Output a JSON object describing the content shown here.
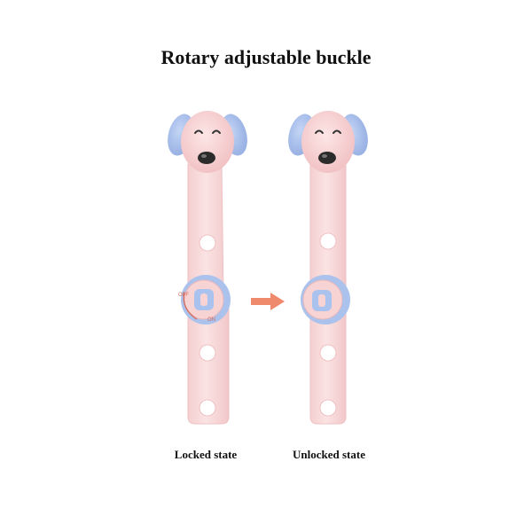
{
  "title": "Rotary adjustable buckle",
  "captions": {
    "left": "Locked state",
    "right": "Unlocked state"
  },
  "dial_labels": {
    "off": "OFF",
    "on": "ON"
  },
  "colors": {
    "strap": "#f8d9d9",
    "strap_edge": "#f0c4c6",
    "ear": "#a9c2ee",
    "dial": "#a9c2ee",
    "nose": "#2b2b2b",
    "arrow": "#f08a6d"
  },
  "icons": {
    "dog_head": "dog-head-icon",
    "arrow": "right-arrow-icon"
  }
}
